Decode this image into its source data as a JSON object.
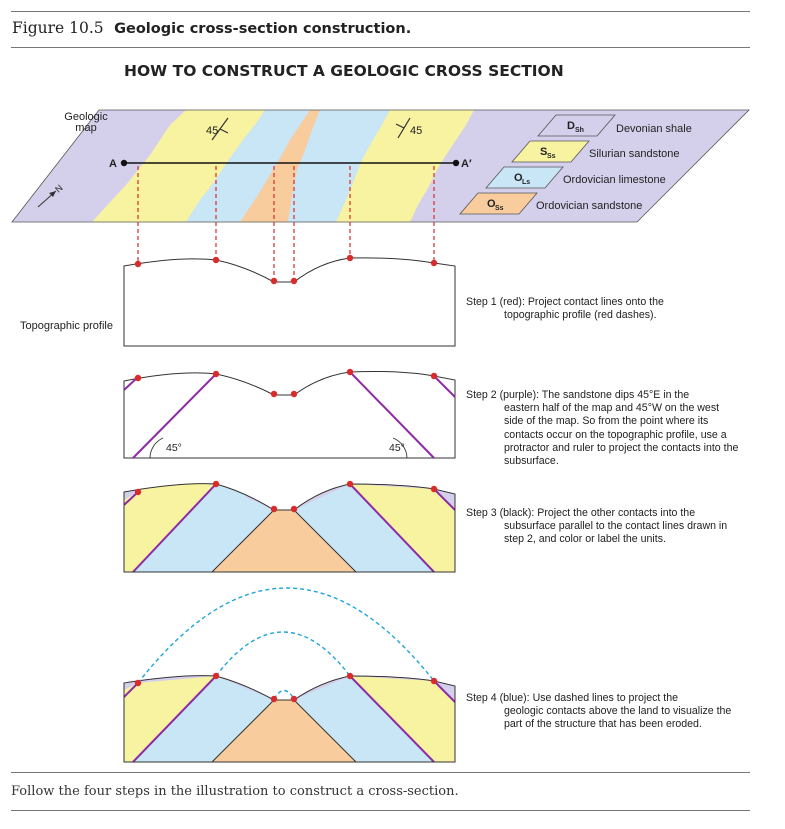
{
  "figure": {
    "number": "Figure 10.5",
    "title": "Geologic cross-section construction."
  },
  "main_title": "HOW TO CONSTRUCT A GEOLOGIC CROSS SECTION",
  "map": {
    "label_line1": "Geologic",
    "label_line2": "map",
    "point_a": "A",
    "point_a_prime": "A′",
    "dip_left": "45",
    "dip_right": "45",
    "north": "N"
  },
  "legend": [
    {
      "symbol": "D",
      "sub": "Sh",
      "name": "Devonian shale",
      "color": "#d4d0ec"
    },
    {
      "symbol": "S",
      "sub": "Ss",
      "name": "Silurian sandstone",
      "color": "#f7f3a0"
    },
    {
      "symbol": "O",
      "sub": "Ls",
      "name": "Ordovician limestone",
      "color": "#c8e6f6"
    },
    {
      "symbol": "O",
      "sub": "Ss",
      "name": "Ordovician sandstone",
      "color": "#f8cc9c"
    }
  ],
  "topographic_profile_label": "Topographic profile",
  "angle_left": "45°",
  "angle_right": "45°",
  "steps": [
    {
      "label": "Step 1",
      "first_line": "(red): Project contact lines onto the",
      "rest": "topographic profile (red dashes)."
    },
    {
      "label": "Step 2",
      "first_line": "(purple): The sandstone dips 45°E in the",
      "rest": "eastern half of the map and 45°W on the west side of the map. So from the point where its contacts occur on the topographic profile, use a protractor and ruler to project the contacts into the subsurface."
    },
    {
      "label": "Step 3",
      "first_line": "(black): Project the other contacts into the",
      "rest": "subsurface parallel to the contact lines drawn in step 2, and color or label the units."
    },
    {
      "label": "Step 4",
      "first_line": "(blue): Use dashed lines to project the",
      "rest": "geologic contacts above the land to visualize the part of the structure that has been eroded."
    }
  ],
  "caption": "Follow the four steps in the illustration to construct a cross-section.",
  "colors": {
    "shale": "#d4d0ec",
    "silurian_sandstone": "#f7f3a0",
    "limestone": "#c8e6f6",
    "ordovician_sandstone": "#f8cc9c",
    "step1_red": "#d92b2b",
    "step2_purple": "#8e2aa6",
    "step4_blue": "#1ea5d8"
  }
}
